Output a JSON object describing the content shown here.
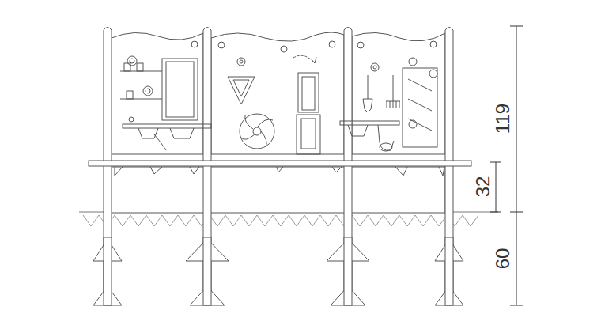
{
  "diagram": {
    "labels": [
      "119",
      "32",
      "60"
    ]
  }
}
